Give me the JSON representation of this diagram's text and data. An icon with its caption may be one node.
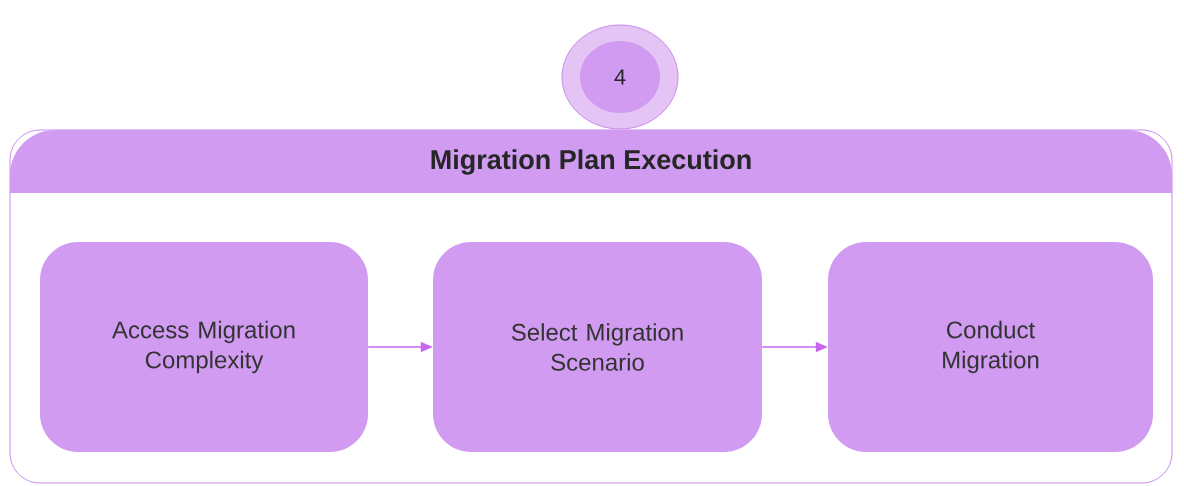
{
  "diagram": {
    "nodes": [
      {
        "text": [
          "4"
        ]
      },
      {
        "text": [
          "Migration Plan Execution"
        ]
      },
      {
        "text": [
          "Access Migration Complexity"
        ],
        "in": 1
      },
      {
        "text": [
          "Select Migration Scenario"
        ],
        "in": 1
      },
      {
        "text": [
          "Conduct Migration"
        ],
        "in": 1
      }
    ],
    "edges": [
      {
        "from": 2,
        "to": 3,
        "arrow": "to"
      },
      {
        "from": 3,
        "to": 4,
        "arrow": "to"
      }
    ]
  }
}
